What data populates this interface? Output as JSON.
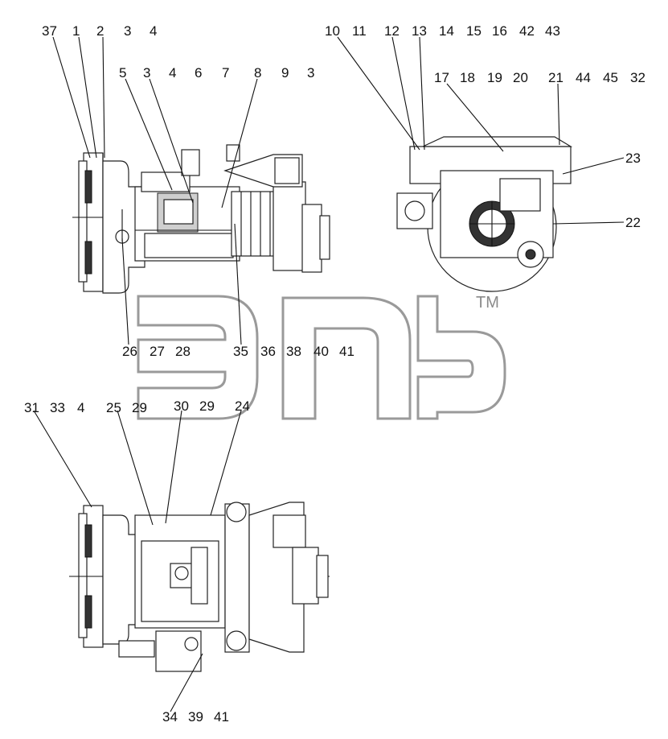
{
  "watermark": {
    "mark": "TM"
  },
  "labels": {
    "top_left": [
      {
        "id": "l37",
        "text": "37"
      },
      {
        "id": "l1a",
        "text": "1"
      },
      {
        "id": "l2",
        "text": "2"
      },
      {
        "id": "l3a",
        "text": "3"
      },
      {
        "id": "l4a",
        "text": "4"
      },
      {
        "id": "l5",
        "text": "5"
      },
      {
        "id": "l3b",
        "text": "3"
      },
      {
        "id": "l4b",
        "text": "4"
      },
      {
        "id": "l6",
        "text": "6"
      },
      {
        "id": "l7",
        "text": "7"
      },
      {
        "id": "l8",
        "text": "8"
      },
      {
        "id": "l9",
        "text": "9"
      },
      {
        "id": "l3c",
        "text": "3"
      },
      {
        "id": "l26",
        "text": "26"
      },
      {
        "id": "l27",
        "text": "27"
      },
      {
        "id": "l28",
        "text": "28"
      },
      {
        "id": "l35",
        "text": "35"
      },
      {
        "id": "l36",
        "text": "36"
      },
      {
        "id": "l38",
        "text": "38"
      },
      {
        "id": "l40",
        "text": "40"
      },
      {
        "id": "l41a",
        "text": "41"
      }
    ],
    "top_right": [
      {
        "id": "l10",
        "text": "10"
      },
      {
        "id": "l11",
        "text": "11"
      },
      {
        "id": "l12",
        "text": "12"
      },
      {
        "id": "l13",
        "text": "13"
      },
      {
        "id": "l14",
        "text": "14"
      },
      {
        "id": "l15",
        "text": "15"
      },
      {
        "id": "l16",
        "text": "16"
      },
      {
        "id": "l42",
        "text": "42"
      },
      {
        "id": "l43",
        "text": "43"
      },
      {
        "id": "l17",
        "text": "17"
      },
      {
        "id": "l18",
        "text": "18"
      },
      {
        "id": "l19",
        "text": "19"
      },
      {
        "id": "l20",
        "text": "20"
      },
      {
        "id": "l21",
        "text": "21"
      },
      {
        "id": "l44",
        "text": "44"
      },
      {
        "id": "l45",
        "text": "45"
      },
      {
        "id": "l32",
        "text": "32"
      },
      {
        "id": "l23",
        "text": "23"
      },
      {
        "id": "l22",
        "text": "22"
      }
    ],
    "bottom": [
      {
        "id": "l31",
        "text": "31"
      },
      {
        "id": "l33",
        "text": "33"
      },
      {
        "id": "l4c",
        "text": "4"
      },
      {
        "id": "l25",
        "text": "25"
      },
      {
        "id": "l29a",
        "text": "29"
      },
      {
        "id": "l30",
        "text": "30"
      },
      {
        "id": "l29b",
        "text": "29"
      },
      {
        "id": "l24",
        "text": "24"
      },
      {
        "id": "l34",
        "text": "34"
      },
      {
        "id": "l39",
        "text": "39"
      },
      {
        "id": "l41b",
        "text": "41"
      }
    ]
  }
}
